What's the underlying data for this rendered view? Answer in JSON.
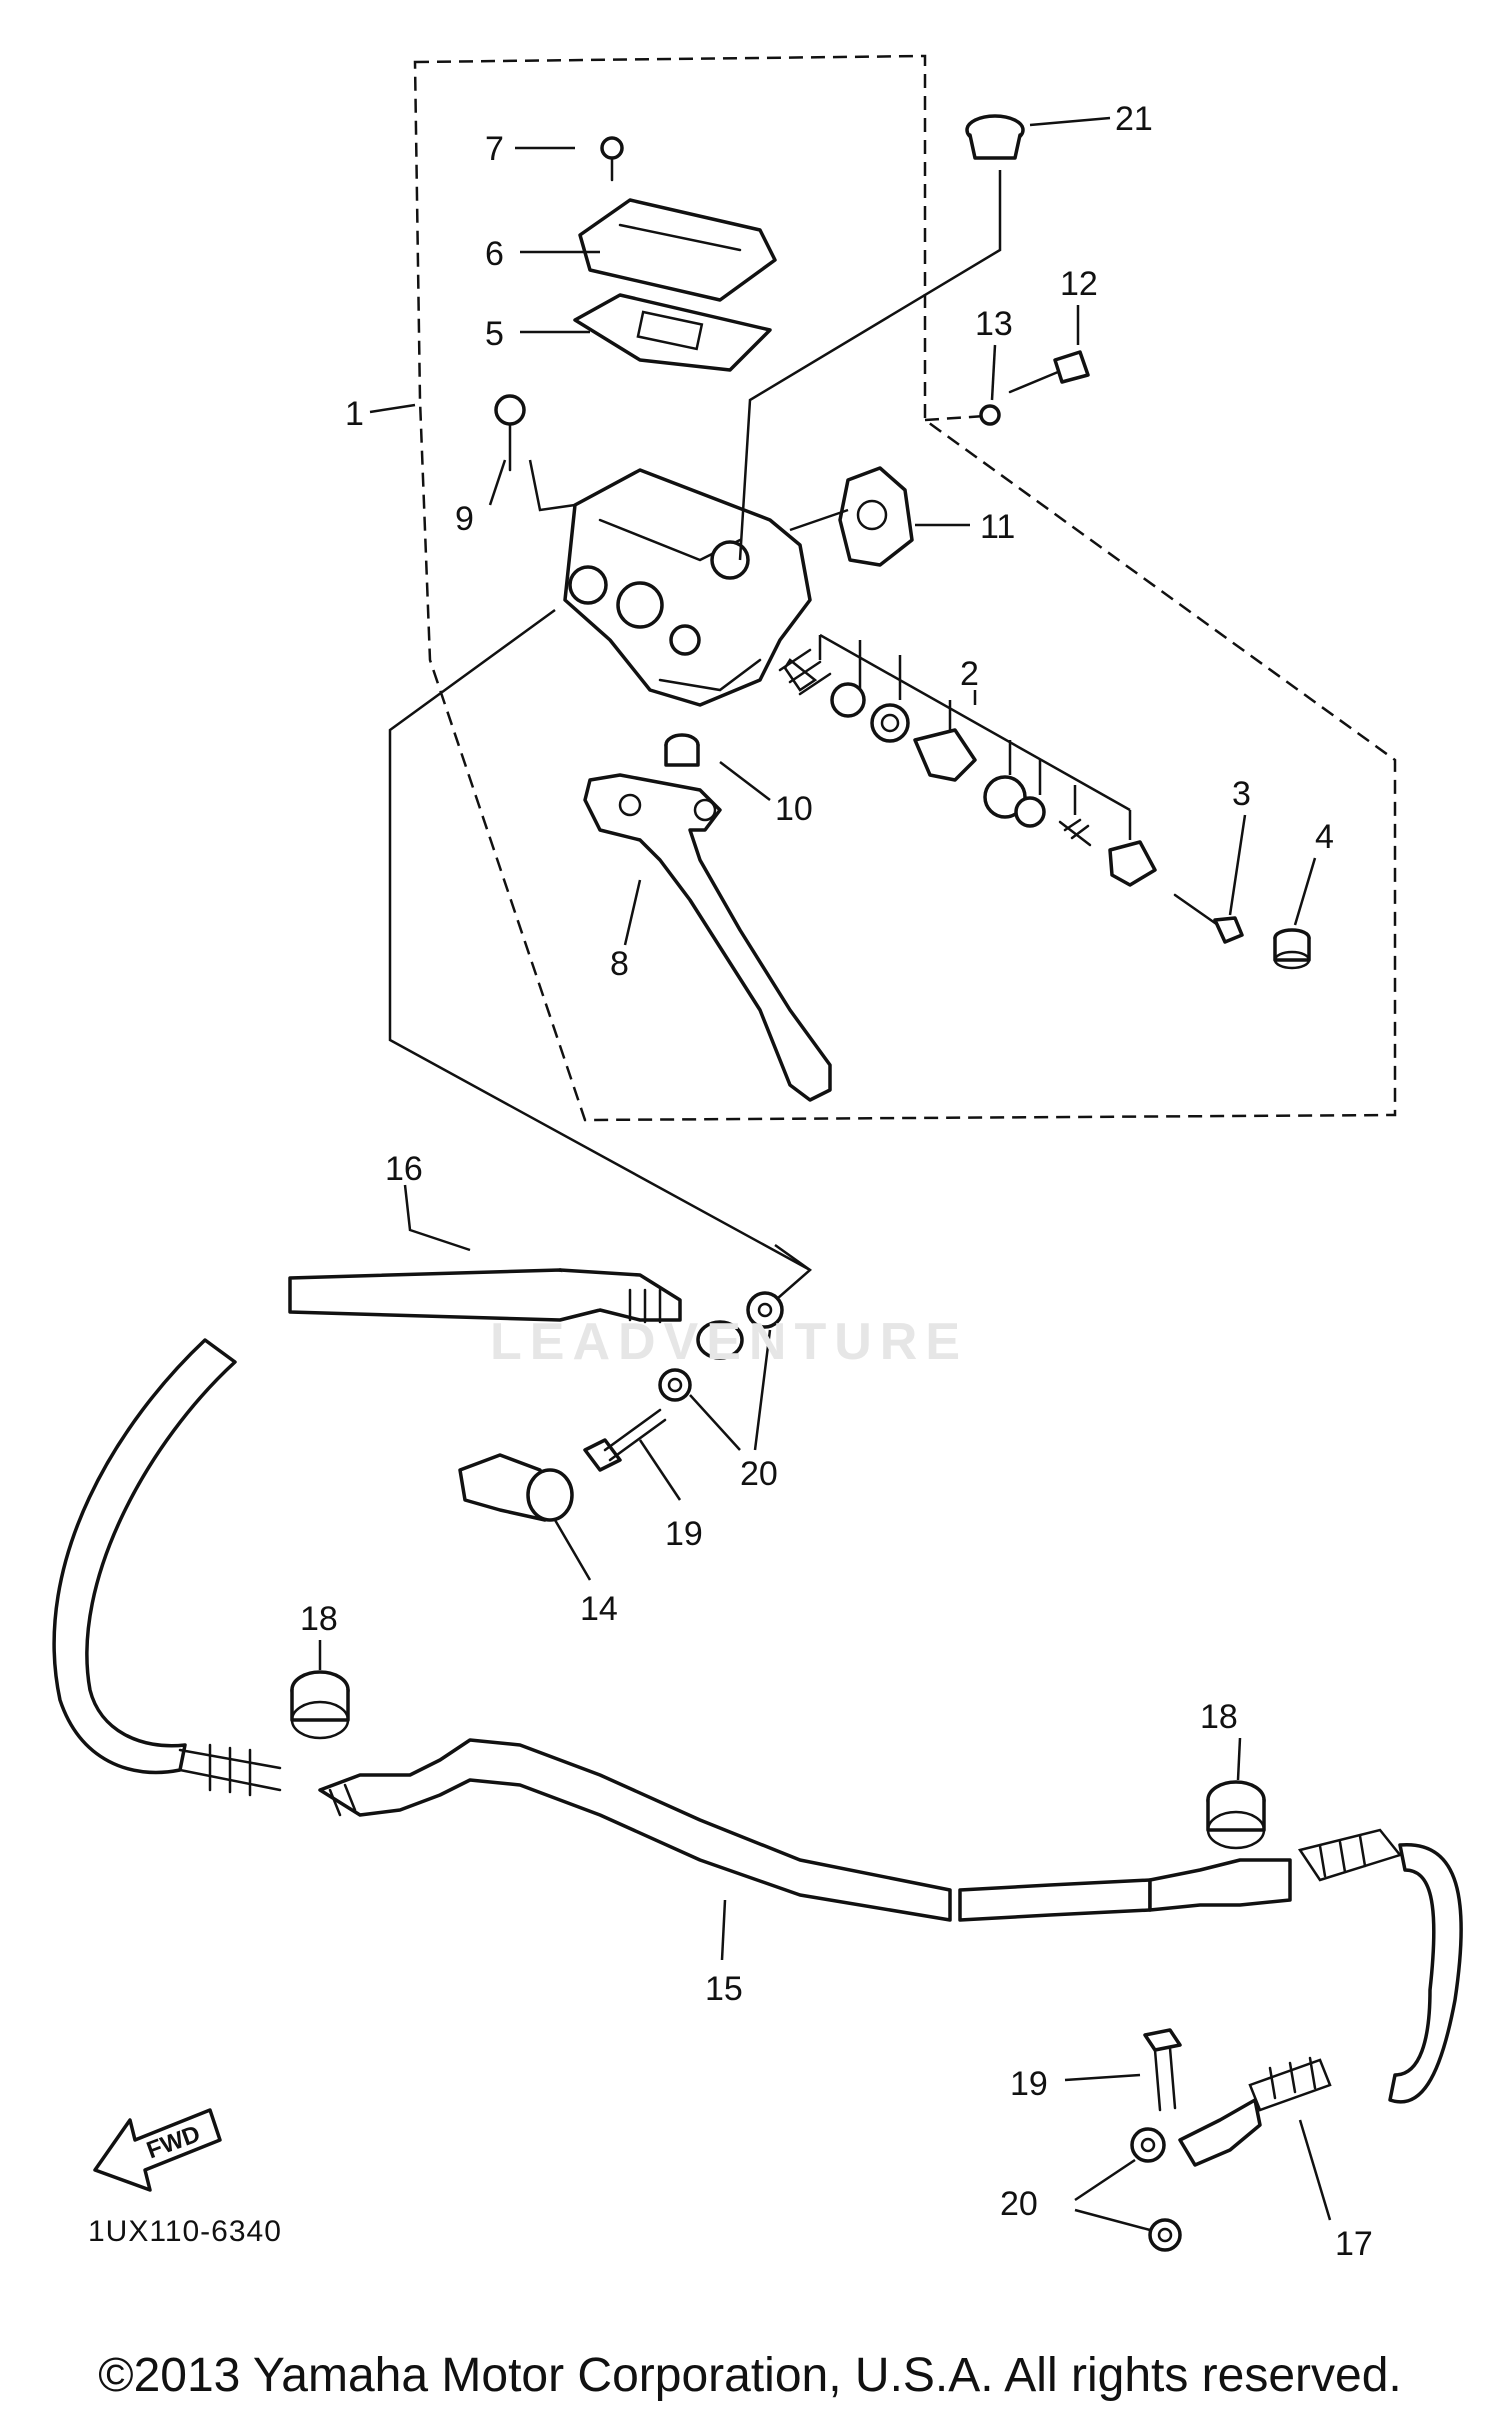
{
  "diagram": {
    "callouts": [
      "1",
      "2",
      "3",
      "4",
      "5",
      "6",
      "7",
      "8",
      "9",
      "10",
      "11",
      "12",
      "13",
      "14",
      "15",
      "16",
      "17",
      "18",
      "18",
      "19",
      "19",
      "20",
      "20",
      "21"
    ],
    "code": "1UX110-6340",
    "direction_marker": "FWD",
    "watermark": "LEADVENTURE",
    "copyright": "©2013 Yamaha Motor Corporation, U.S.A. All rights reserved."
  }
}
